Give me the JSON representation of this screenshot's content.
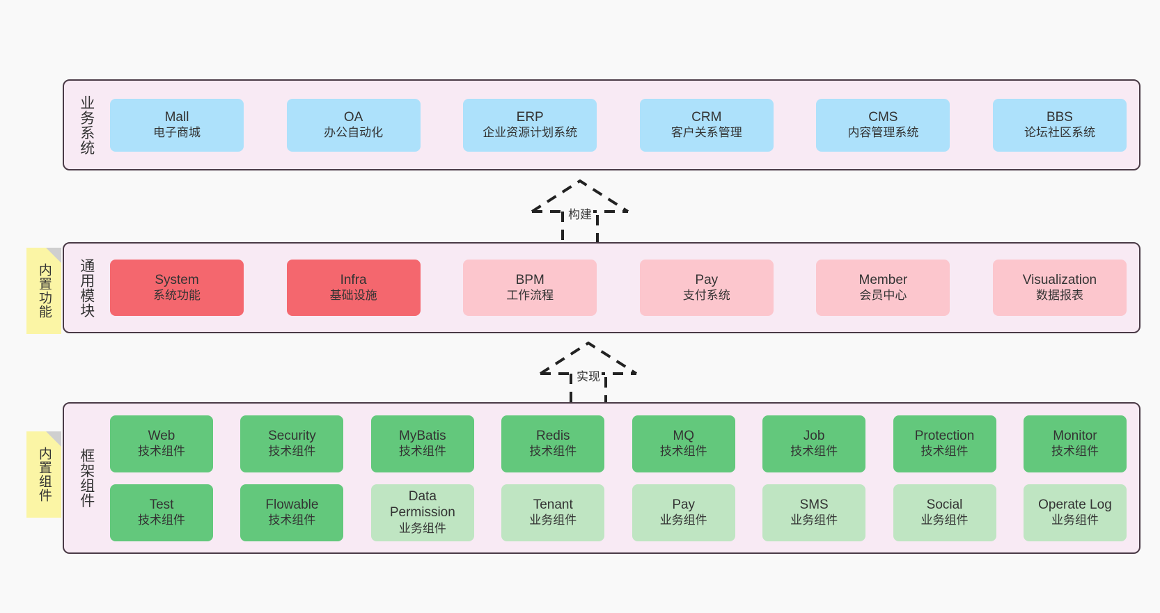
{
  "diagram": {
    "background_color": "#f9f9f9",
    "panel_color": "#f8eaf4",
    "panel_border_color": "#4a3a46",
    "note_color": "#fbf5a5"
  },
  "layers": [
    {
      "id": "business-system",
      "title": "业务系统",
      "card_color": "#ade1fb",
      "cards": [
        {
          "name": "Mall",
          "desc": "电子商城"
        },
        {
          "name": "OA",
          "desc": "办公自动化"
        },
        {
          "name": "ERP",
          "desc": "企业资源计划系统"
        },
        {
          "name": "CRM",
          "desc": "客户关系管理"
        },
        {
          "name": "CMS",
          "desc": "内容管理系统"
        },
        {
          "name": "BBS",
          "desc": "论坛社区系统"
        }
      ]
    },
    {
      "id": "common-module",
      "title": "通用模块",
      "note": "内置功能",
      "cards": [
        {
          "name": "System",
          "desc": "系统功能",
          "color": "#f4676e"
        },
        {
          "name": "Infra",
          "desc": "基础设施",
          "color": "#f4676e"
        },
        {
          "name": "BPM",
          "desc": "工作流程",
          "color": "#fcc6cd"
        },
        {
          "name": "Pay",
          "desc": "支付系统",
          "color": "#fcc6cd"
        },
        {
          "name": "Member",
          "desc": "会员中心",
          "color": "#fcc6cd"
        },
        {
          "name": "Visualization",
          "desc": "数据报表",
          "color": "#fcc6cd"
        }
      ]
    },
    {
      "id": "framework-component",
      "title": "框架组件",
      "note": "内置组件",
      "rows": [
        [
          {
            "name": "Web",
            "desc": "技术组件",
            "color": "#63c87c"
          },
          {
            "name": "Security",
            "desc": "技术组件",
            "color": "#63c87c"
          },
          {
            "name": "MyBatis",
            "desc": "技术组件",
            "color": "#63c87c"
          },
          {
            "name": "Redis",
            "desc": "技术组件",
            "color": "#63c87c"
          },
          {
            "name": "MQ",
            "desc": "技术组件",
            "color": "#63c87c"
          },
          {
            "name": "Job",
            "desc": "技术组件",
            "color": "#63c87c"
          },
          {
            "name": "Protection",
            "desc": "技术组件",
            "color": "#63c87c"
          },
          {
            "name": "Monitor",
            "desc": "技术组件",
            "color": "#63c87c"
          }
        ],
        [
          {
            "name": "Test",
            "desc": "技术组件",
            "color": "#63c87c"
          },
          {
            "name": "Flowable",
            "desc": "技术组件",
            "color": "#63c87c"
          },
          {
            "name": "Data Permission",
            "desc": "业务组件",
            "color": "#bfe5c2"
          },
          {
            "name": "Tenant",
            "desc": "业务组件",
            "color": "#bfe5c2"
          },
          {
            "name": "Pay",
            "desc": "业务组件",
            "color": "#bfe5c2"
          },
          {
            "name": "SMS",
            "desc": "业务组件",
            "color": "#bfe5c2"
          },
          {
            "name": "Social",
            "desc": "业务组件",
            "color": "#bfe5c2"
          },
          {
            "name": "Operate Log",
            "desc": "业务组件",
            "color": "#bfe5c2"
          }
        ]
      ]
    }
  ],
  "connectors": [
    {
      "id": "build",
      "label": "构建"
    },
    {
      "id": "implement",
      "label": "实现"
    }
  ]
}
